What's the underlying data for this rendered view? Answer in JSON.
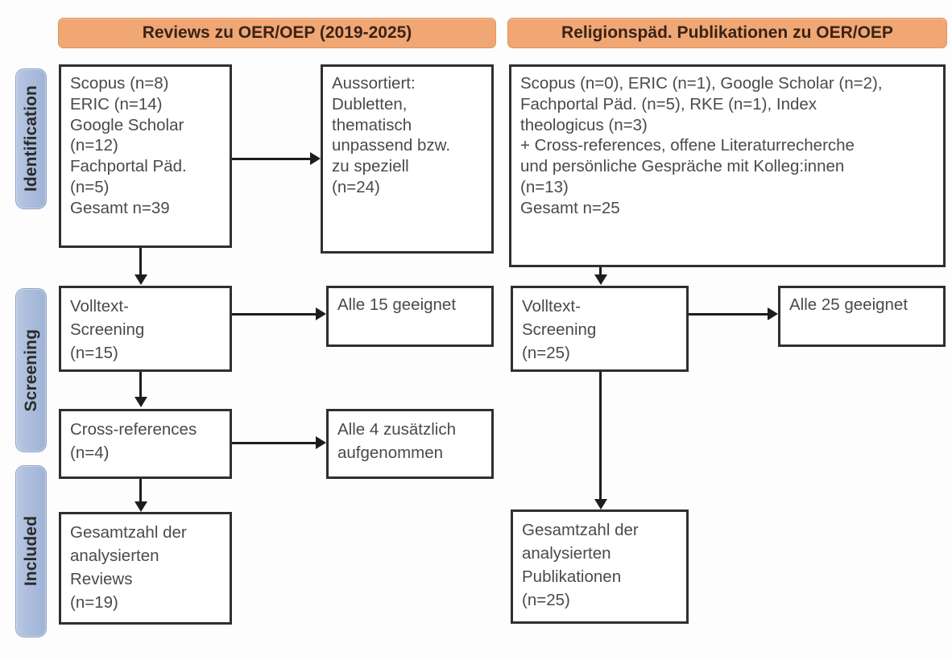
{
  "figure": {
    "type": "prisma-flow-diagram",
    "phases": [
      {
        "id": "identification",
        "label": "Identification"
      },
      {
        "id": "screening",
        "label": "Screening"
      },
      {
        "id": "included",
        "label": "Included"
      }
    ],
    "columns": [
      {
        "id": "reviews",
        "header": "Reviews zu OER/OEP (2019-2025)"
      },
      {
        "id": "religionspaed",
        "header": "Religionspäd. Publikationen zu OER/OEP"
      }
    ],
    "colors": {
      "header_fill": "#f0a774",
      "header_border": "#e2935c",
      "header_text": "#3a2318",
      "pill_fill": "#aebfdd",
      "pill_border": "#8fa5c9",
      "pill_text": "#2b2b2b",
      "box_border": "#2f2f2f",
      "box_fill": "#ffffff",
      "box_text": "#4a4a4a",
      "connector": "#1d1d1d"
    },
    "boxes": {
      "left_identification_sources": "Scopus (n=8)\nERIC (n=14)\nGoogle Scholar\n(n=12)\nFachportal Päd.\n(n=5)\nGesamt n=39",
      "left_excluded": "Aussortiert:\nDubletten,\nthematisch\nunpassend bzw.\nzu speziell\n(n=24)",
      "left_fulltext_screening": "Volltext-\nScreening\n(n=15)",
      "left_all_suitable": "Alle 15 geeignet",
      "left_cross_references": "Cross-references\n(n=4)",
      "left_all_added": "Alle 4 zusätzlich\naufgenommen",
      "left_included_total": "Gesamtzahl der\nanalysierten\nReviews\n(n=19)",
      "right_identification_sources": "Scopus (n=0), ERIC (n=1), Google Scholar (n=2),\nFachportal Päd. (n=5), RKE (n=1), Index\ntheologicus (n=3)\n+ Cross-references, offene Literaturrecherche\nund persönliche Gespräche mit Kolleg:innen\n(n=13)\nGesamt n=25",
      "right_fulltext_screening": "Volltext-\nScreening\n(n=25)",
      "right_all_suitable": "Alle 25 geeignet",
      "right_included_total": "Gesamtzahl der\nanalysierten\nPublikationen\n(n=25)"
    },
    "counts": {
      "left_scopus": 8,
      "left_eric": 14,
      "left_google_scholar": 12,
      "left_fachportal": 5,
      "left_total_identified": 39,
      "left_excluded": 24,
      "left_fulltext_screened": 15,
      "left_all_suitable": 15,
      "left_cross_references": 4,
      "left_all_added": 4,
      "left_included": 19,
      "right_scopus": 0,
      "right_eric": 1,
      "right_google_scholar": 2,
      "right_fachportal": 5,
      "right_rke": 1,
      "right_index_theologicus": 3,
      "right_other_sources": 13,
      "right_total_identified": 25,
      "right_fulltext_screened": 25,
      "right_all_suitable": 25,
      "right_included": 25
    }
  }
}
